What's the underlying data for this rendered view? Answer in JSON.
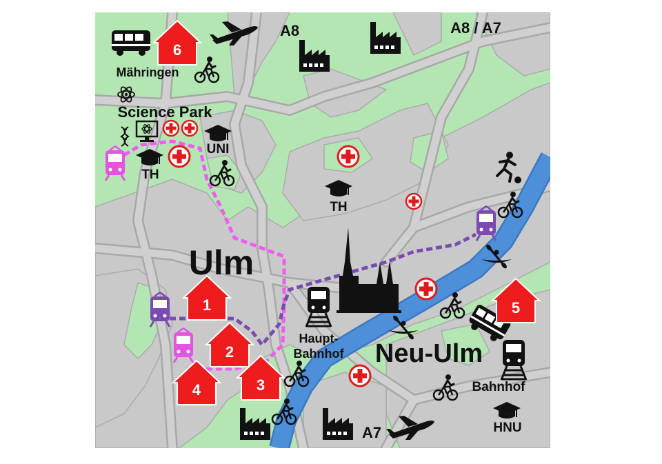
{
  "map": {
    "colors": {
      "green": "#b4e6b4",
      "road": "#c9c9c9",
      "roadBorder": "#a8a8a8",
      "river": "#4d8fd9",
      "house": "#ee1c1c",
      "magentaRoute": "#f05cf0",
      "purpleRoute": "#7a4bb0",
      "hospital": "#e01b1b",
      "icon": "#111111"
    },
    "cities": {
      "ulm": "Ulm",
      "neuUlm": "Neu-Ulm"
    },
    "places": {
      "maehringen": "Mähringen",
      "sciencePark": "Science Park",
      "uni": "UNI",
      "thWest": "TH",
      "thCenter": "TH",
      "hnu": "HNU",
      "hauptbahnhof": [
        "Haupt-",
        "Bahnhof"
      ],
      "bahnhofNeuUlm": "Bahnhof"
    },
    "roads": {
      "a8": "A8",
      "a8a7": "A8 / A7",
      "a7": "A7"
    },
    "houses": [
      "1",
      "2",
      "3",
      "4",
      "5",
      "6"
    ],
    "icons": [
      "bus-icon",
      "airplane-icon",
      "factory-icon",
      "cyclist-icon",
      "atom-icon",
      "dna-icon",
      "computer-atom-icon",
      "hospital-cross-icon",
      "graduation-cap-icon",
      "tram-icon",
      "cathedral-icon",
      "train-icon",
      "soccer-player-icon",
      "canoe-icon"
    ]
  }
}
